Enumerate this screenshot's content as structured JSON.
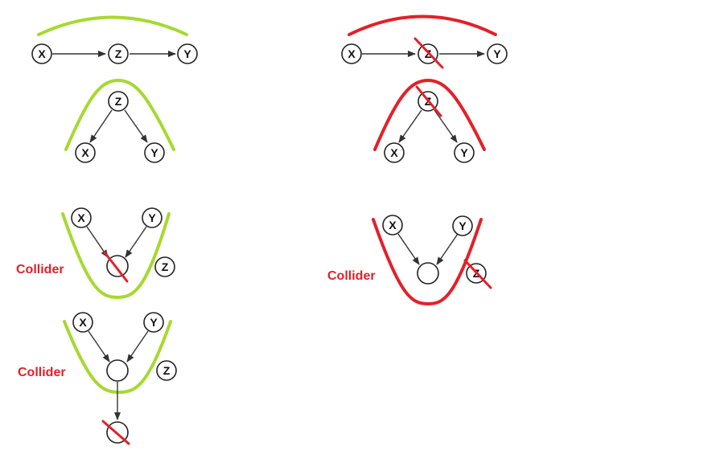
{
  "colors": {
    "open_path": "#a6d931",
    "blocked_path": "#e3202a",
    "node_stroke": "#222222",
    "edge": "#333333",
    "collider_label": "#e3202a"
  },
  "labels": {
    "x": "X",
    "y": "Y",
    "z": "Z",
    "collider": "Collider"
  }
}
